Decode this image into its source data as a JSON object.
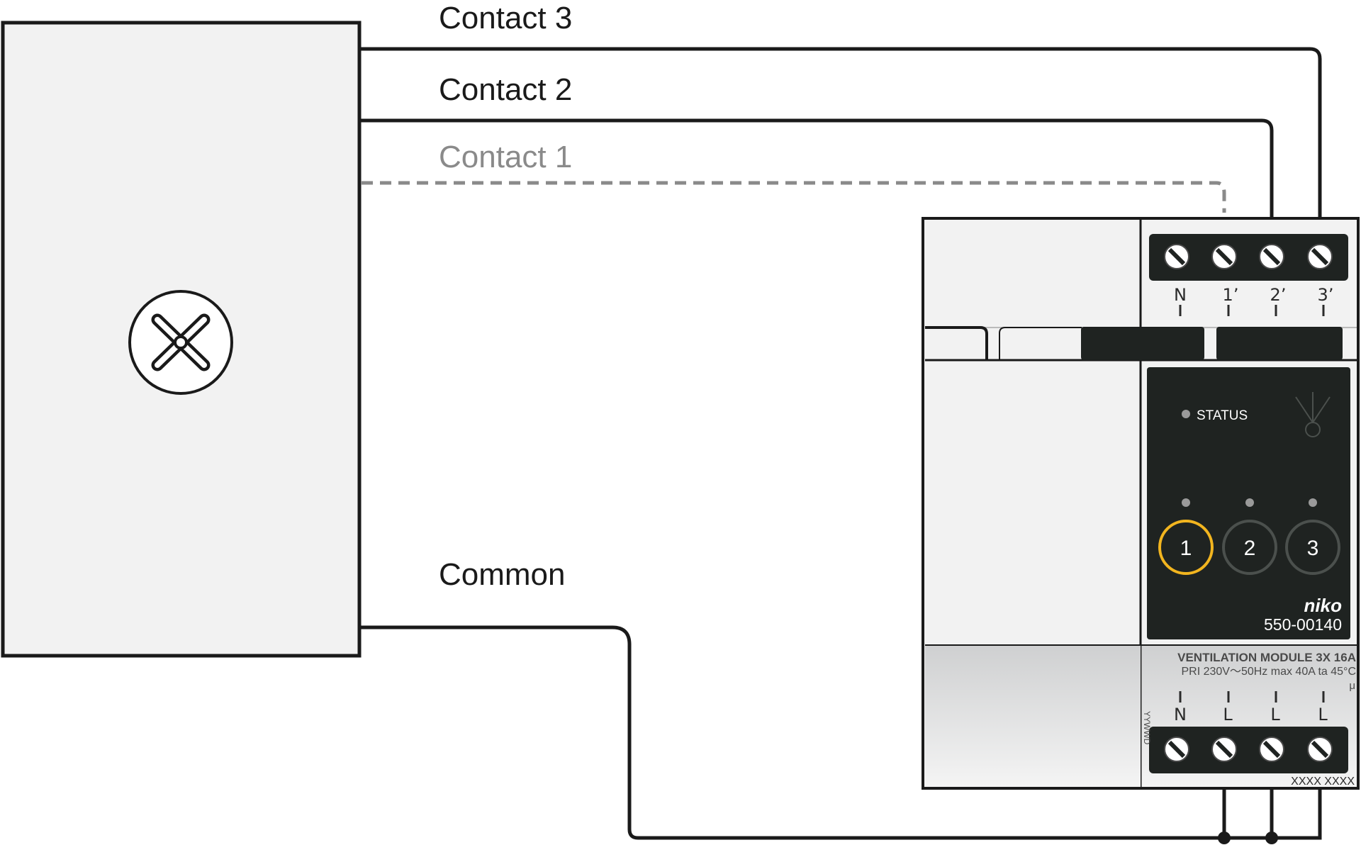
{
  "wires": {
    "contact3": "Contact 3",
    "contact2": "Contact 2",
    "contact1": "Contact 1",
    "common": "Common"
  },
  "fan": {
    "icon": "fan-icon"
  },
  "module": {
    "top_terminals": [
      "N",
      "1’",
      "2’",
      "3’"
    ],
    "status_label": "STATUS",
    "channel_buttons": [
      "1",
      "2",
      "3"
    ],
    "brand": "niko",
    "model_number": "550-00140",
    "title": "VENTILATION MODULE 3X 16A",
    "specs": "PRI 230V〜50Hz  max 40A  ta 45°C",
    "micro_symbol": "μ",
    "bottom_terminals": [
      "N",
      "L",
      "L",
      "L"
    ],
    "serial_side": "YYWWD",
    "serial_bottom": "XXXX XXXX"
  },
  "colors": {
    "wire": "#1a1a1a",
    "wire_dashed": "#8a8a8a",
    "panel_dark": "#1f2321",
    "accent_active": "#f2b51f",
    "housing": "#f2f2f2"
  }
}
